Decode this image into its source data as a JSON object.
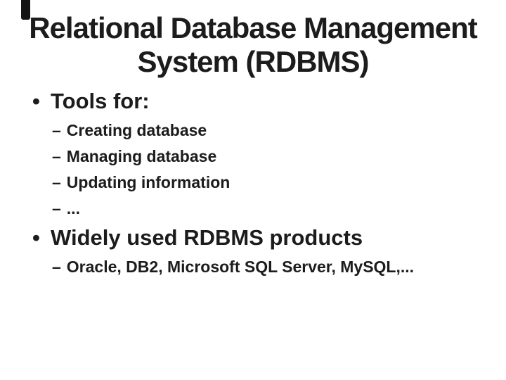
{
  "page": {
    "background_color": "#ffffff",
    "text_color": "#1c1c1c",
    "artifact_color": "#141414"
  },
  "title": {
    "line1": "Relational Database Management",
    "line2": "System (RDBMS)"
  },
  "glyphs": {
    "bullet": "•",
    "dash": "–"
  },
  "content": {
    "bullets": [
      {
        "label": "Tools for:",
        "subitems": [
          "Creating database",
          "Managing database",
          "Updating information",
          "..."
        ]
      },
      {
        "label": "Widely used RDBMS products",
        "subitems": [
          "Oracle, DB2, Microsoft SQL Server, MySQL,..."
        ]
      }
    ]
  }
}
